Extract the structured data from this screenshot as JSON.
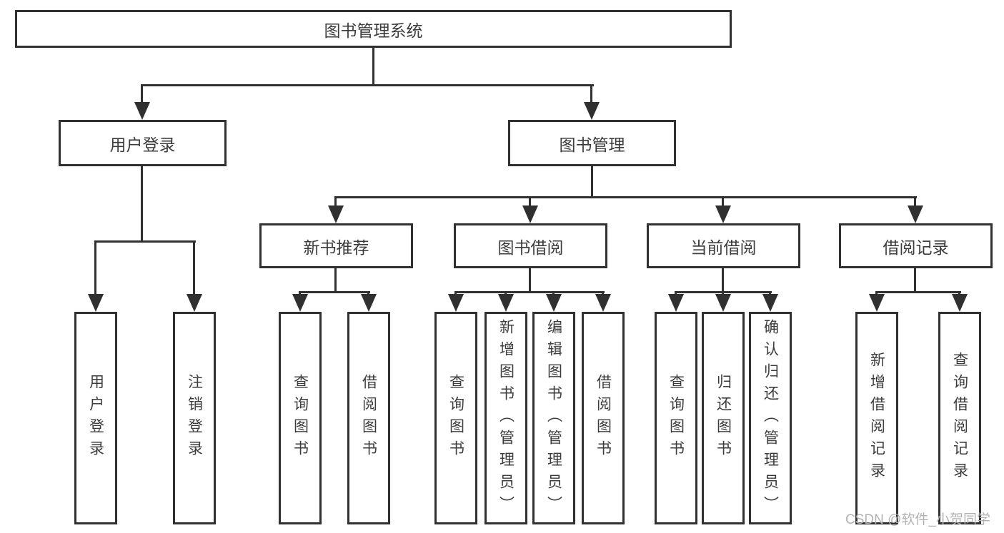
{
  "tree": {
    "root": {
      "label": "图书管理系统",
      "children": [
        {
          "label": "用户登录",
          "children": [
            {
              "label": "用户登录"
            },
            {
              "label": "注销登录"
            }
          ]
        },
        {
          "label": "图书管理",
          "children": [
            {
              "label": "新书推荐",
              "children": [
                {
                  "label": "查询图书"
                },
                {
                  "label": "借阅图书"
                }
              ]
            },
            {
              "label": "图书借阅",
              "children": [
                {
                  "label": "查询图书"
                },
                {
                  "label": "新增图书（管理员）"
                },
                {
                  "label": "编辑图书（管理员）"
                },
                {
                  "label": "借阅图书"
                }
              ]
            },
            {
              "label": "当前借阅",
              "children": [
                {
                  "label": "查询图书"
                },
                {
                  "label": "归还图书"
                },
                {
                  "label": "确认归还（管理员）"
                }
              ]
            },
            {
              "label": "借阅记录",
              "children": [
                {
                  "label": "新增借阅记录"
                },
                {
                  "label": "查询借阅记录"
                }
              ]
            }
          ]
        }
      ]
    }
  },
  "watermark": "CSDN @软件_小贺同学",
  "colors": {
    "line": "#303030",
    "text": "#3c3c3c",
    "watermark": "#b2b2b2",
    "background": "#ffffff"
  }
}
